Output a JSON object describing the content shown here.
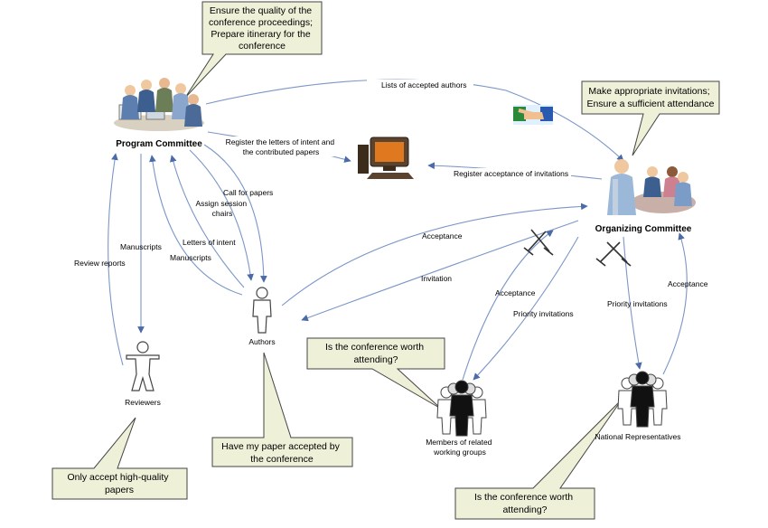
{
  "callouts": {
    "program": [
      "Ensure the quality of the",
      "conference proceedings;",
      "Prepare itinerary for the",
      "conference"
    ],
    "organizing": [
      "Make appropriate invitations;",
      "Ensure a sufficient attendance"
    ],
    "reviewers": [
      "Only accept high-quality",
      "papers"
    ],
    "authors": [
      "Have my paper accepted by",
      "the conference"
    ],
    "members": [
      "Is the conference worth",
      "attending?"
    ],
    "national": [
      "Is the conference worth",
      "attending?"
    ]
  },
  "nodes": {
    "program_committee": "Program Committee",
    "organizing_committee": "Organizing Committee",
    "authors": "Authors",
    "reviewers": "Reviewers",
    "members": [
      "Members of related",
      "working groups"
    ],
    "national": "National Representatives"
  },
  "edges": {
    "lists_of_authors": "Lists of accepted authors",
    "register_letters": [
      "Register the letters of intent and",
      "the contributed papers"
    ],
    "register_acceptance": "Register acceptance of invitations",
    "call_for_papers": "Call for papers",
    "assign_chairs": [
      "Assign session",
      "chairs"
    ],
    "letters_of_intent": "Letters of intent",
    "manuscripts_authors": "Manuscripts",
    "manuscripts_reviewers": "Manuscripts",
    "review_reports": "Review reports",
    "acceptance_authors": "Acceptance",
    "invitation": "Invitation",
    "acceptance_members": "Acceptance",
    "priority_members": "Priority invitations",
    "priority_national": "Priority invitations",
    "acceptance_national": "Acceptance"
  },
  "icons": [
    "meeting-group-icon",
    "computer-icon",
    "handshake-icon",
    "swords-icon",
    "person-icon",
    "people-group-icon"
  ],
  "colors": {
    "callout_fill": "#eef0d8",
    "arrow": "#7b96c8"
  }
}
